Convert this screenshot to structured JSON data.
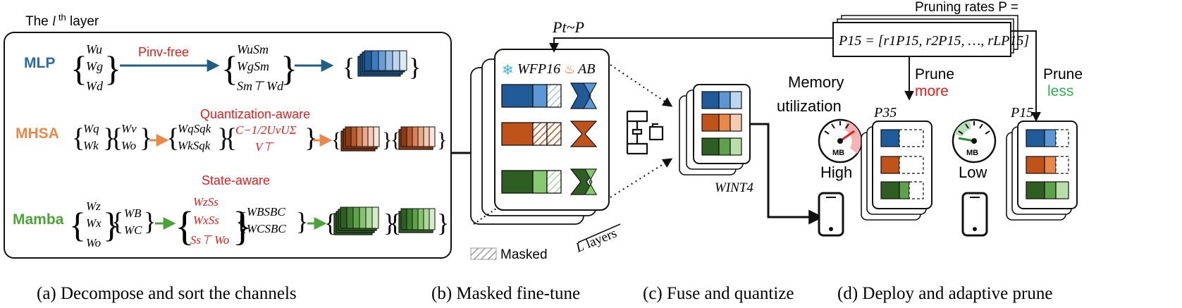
{
  "colors": {
    "mlp": "#2a6aa8",
    "mhsa": "#e8894a",
    "mamba": "#4ea23a",
    "red": "#e02020",
    "green_text": "#30b050",
    "dark_blue": "#1f5a99",
    "dark_orange": "#c0531a",
    "dark_green": "#2e5e22"
  },
  "panel_a": {
    "layer_title": "The l th layer",
    "mlp": {
      "label": "MLP",
      "inputs": [
        "Wu",
        "Wg",
        "Wd"
      ],
      "method": "Pinv-free",
      "outputs": [
        "WuSm",
        "WgSm",
        "Sm⊤ Wd"
      ]
    },
    "mhsa": {
      "label": "MHSA",
      "inputs_qk": [
        "Wq",
        "Wk"
      ],
      "inputs_vo": [
        "Wv",
        "Wo"
      ],
      "method": "Quantization-aware",
      "outputs": [
        "WqSqk",
        "WkSqk"
      ],
      "extra": [
        "C−1/2UvUΣ",
        "V⊤"
      ]
    },
    "mamba": {
      "label": "Mamba",
      "inputs": [
        "Wz",
        "Wx",
        "Wo"
      ],
      "inputs_bc": [
        "WB",
        "WC"
      ],
      "method": "State-aware",
      "outputs": [
        "WzSs",
        "WxSs",
        "Ss⊤ Wo"
      ],
      "outputs_bc": [
        "WBSBC",
        "WCSBC"
      ]
    },
    "caption": "(a) Decompose and sort the channels"
  },
  "panel_b": {
    "sample": "Pt~P",
    "weights": "WFP16",
    "adapter": "AB",
    "legend_masked": "Masked",
    "layers": "L layers",
    "caption": "(b) Masked fine-tune"
  },
  "panel_c": {
    "int4": "WINT4",
    "caption": "(c) Fuse and quantize"
  },
  "panel_d": {
    "pruning_title": "Pruning rates P =",
    "pruning_formula": "P15 = [r1P15, r2P15, …, rLP15]",
    "memory": [
      "Memory",
      "utilization"
    ],
    "gauge_unit": "MB",
    "high": "High",
    "low": "Low",
    "prune_more": [
      "Prune",
      "more"
    ],
    "prune_less": [
      "Prune",
      "less"
    ],
    "p35": "P35",
    "p15": "P15",
    "caption": "(d) Deploy and adaptive prune"
  }
}
